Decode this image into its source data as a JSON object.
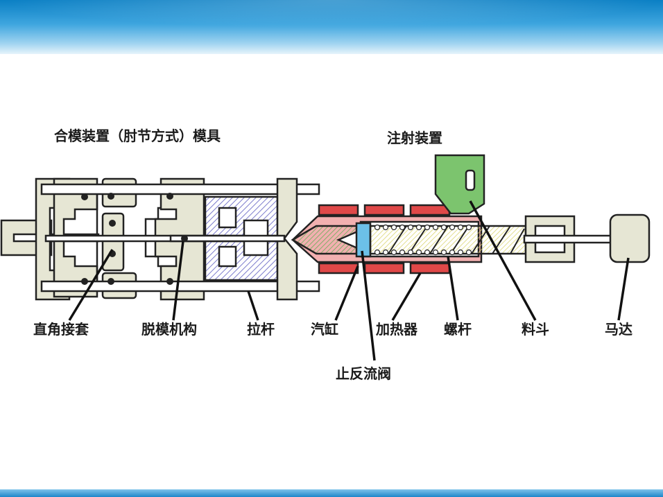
{
  "slide": {
    "accent_top": "#1d86c9",
    "accent_bottom": "#1d86c9"
  },
  "diagram": {
    "headings": {
      "clamping_unit": "合模装置（肘节方式）模具",
      "injection_unit": "注射装置"
    },
    "labels": {
      "toggle_sleeve": "直角接套",
      "ejector": "脱模机构",
      "tie_bar": "拉杆",
      "cylinder": "汽缸",
      "heater": "加热器",
      "screw": "螺杆",
      "hopper": "料斗",
      "motor": "马达",
      "check_valve": "止反流阀"
    },
    "colors": {
      "frame": "#e6e6d4",
      "mold": "#9a9adf",
      "barrel": "#f2b0b0",
      "heater": "#e04848",
      "screw": "#f2ee9a",
      "hopper": "#7cc46e",
      "nozzle_tip": "#a8d88a",
      "check_valve": "#6cc0e8"
    }
  }
}
